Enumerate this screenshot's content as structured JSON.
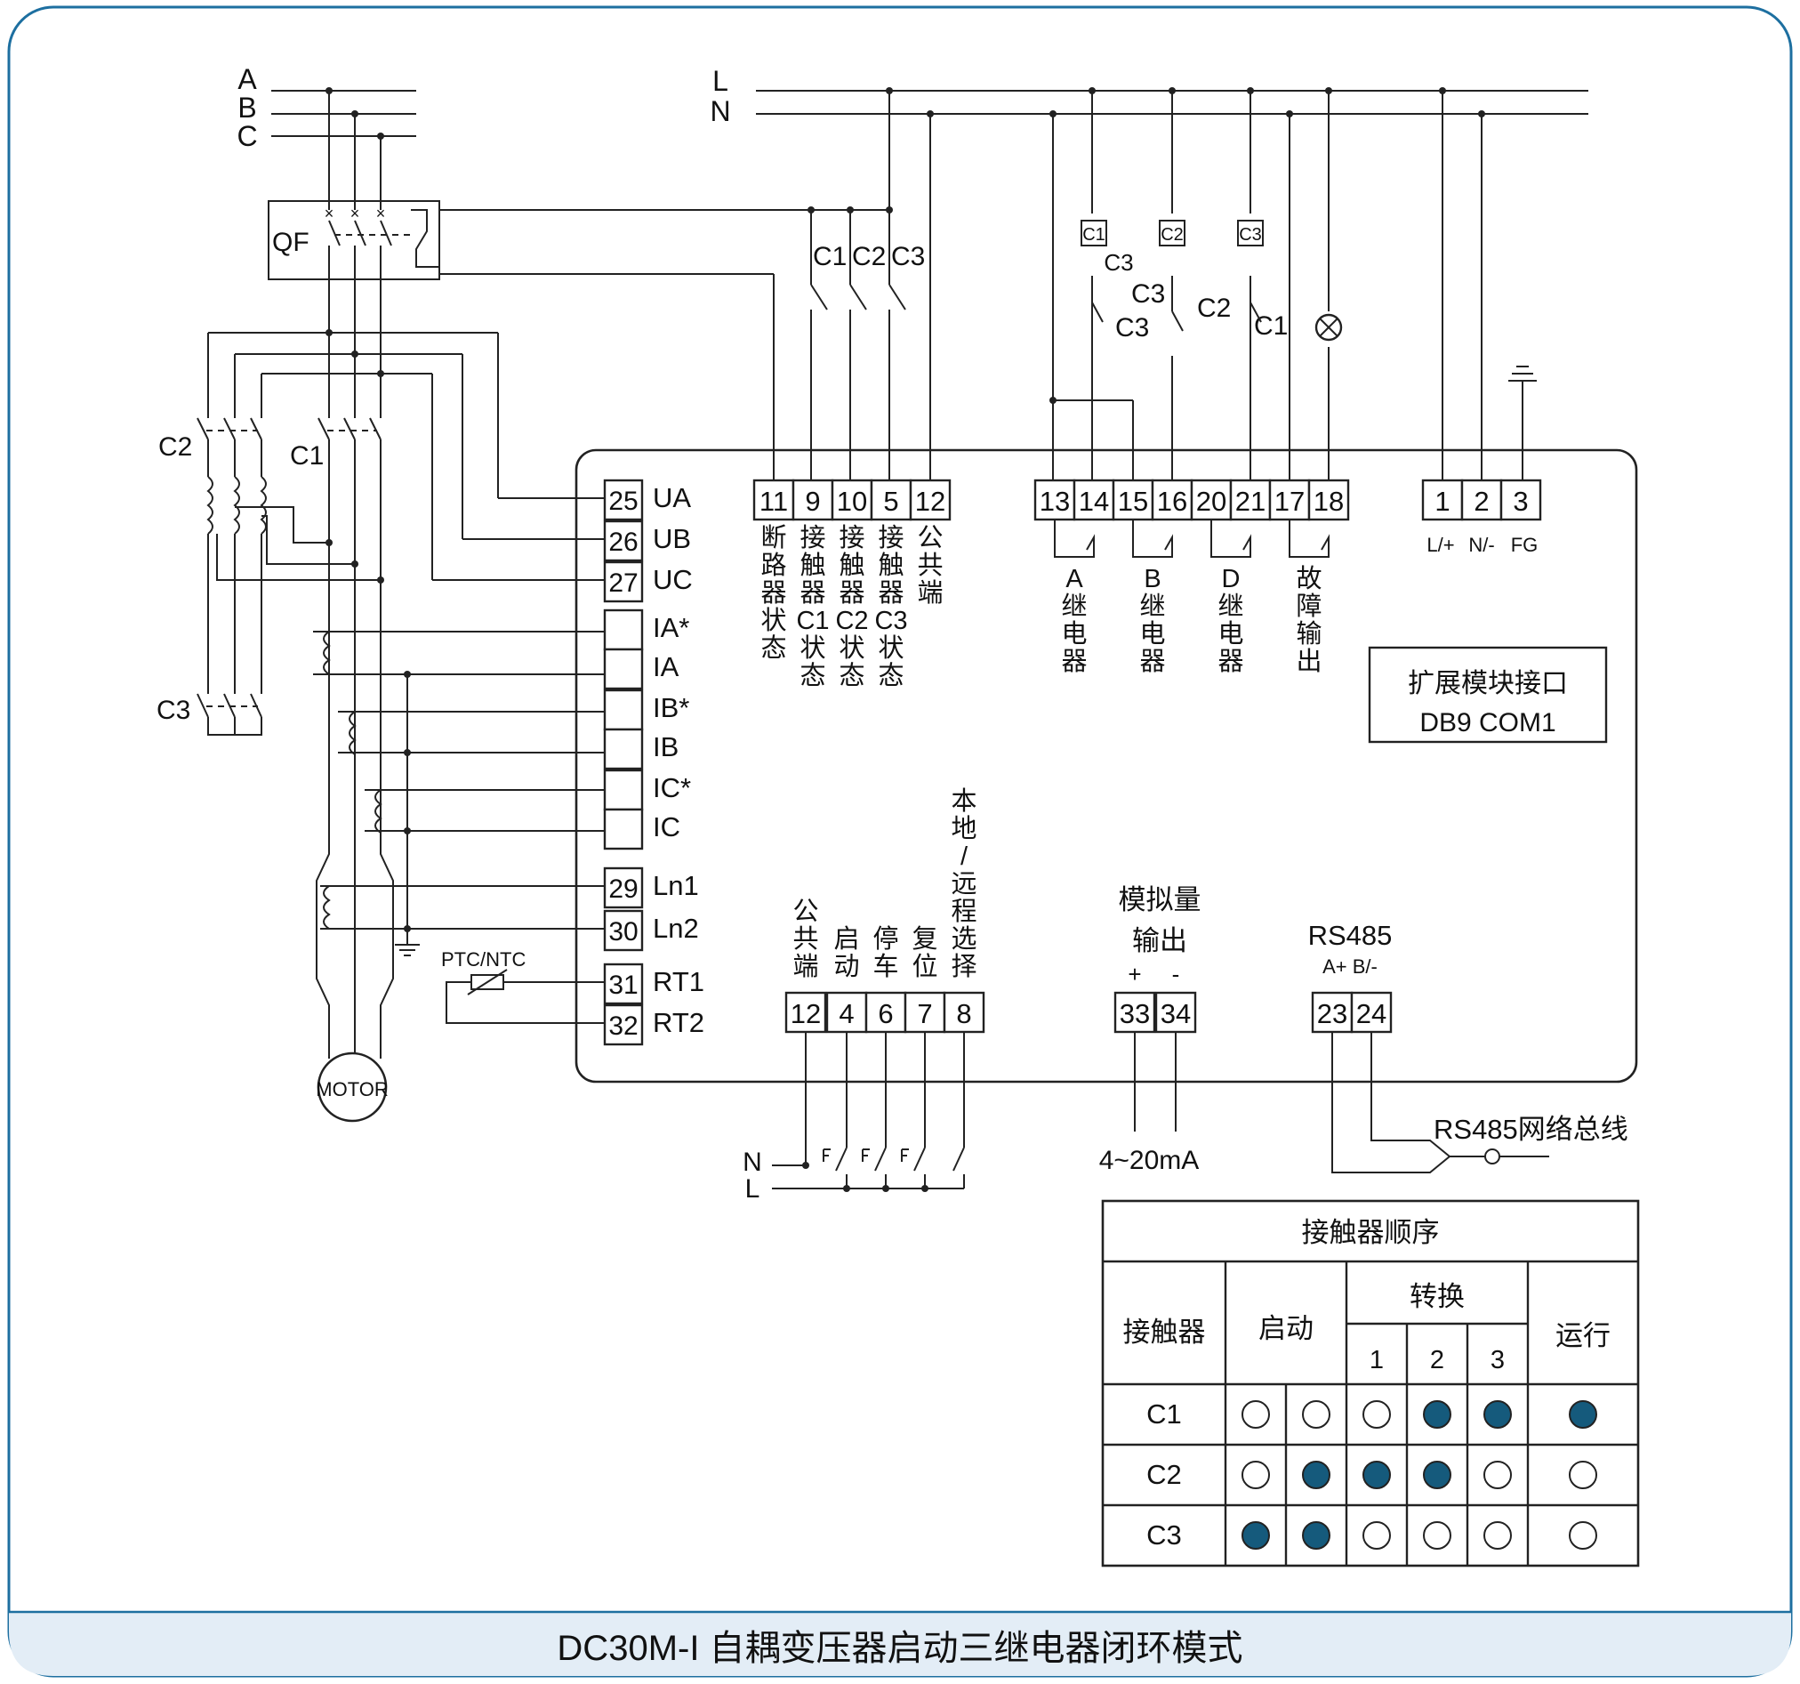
{
  "title": "DC30M-I 自耦变压器启动三继电器闭环模式",
  "supply": {
    "phases": [
      "A",
      "B",
      "C"
    ],
    "control": [
      "L",
      "N"
    ],
    "breaker": "QF",
    "contactors": [
      "C1",
      "C2",
      "C3"
    ],
    "motor": "MOTOR",
    "sensor": "PTC/NTC"
  },
  "left_terminals": [
    {
      "num": "25",
      "label": "UA"
    },
    {
      "num": "26",
      "label": "UB"
    },
    {
      "num": "27",
      "label": "UC"
    },
    {
      "num": "",
      "label": "IA*"
    },
    {
      "num": "",
      "label": "IA"
    },
    {
      "num": "",
      "label": "IB*"
    },
    {
      "num": "",
      "label": "IB"
    },
    {
      "num": "",
      "label": "IC*"
    },
    {
      "num": "",
      "label": "IC"
    },
    {
      "num": "29",
      "label": "Ln1"
    },
    {
      "num": "30",
      "label": "Ln2"
    },
    {
      "num": "31",
      "label": "RT1"
    },
    {
      "num": "32",
      "label": "RT2"
    }
  ],
  "status_terminals": {
    "nums": [
      "11",
      "9",
      "10",
      "5",
      "12"
    ],
    "labels": [
      "断路器状态",
      "接触器C1状态",
      "接触器C2状态",
      "接触器C3状态",
      "公共端"
    ]
  },
  "relay_terminals": {
    "nums": [
      "13",
      "14",
      "15",
      "16",
      "20",
      "21",
      "17",
      "18"
    ],
    "labels": [
      "A继电器",
      "B继电器",
      "D继电器",
      "故障输出"
    ]
  },
  "power_terminals": {
    "nums": [
      "1",
      "2",
      "3"
    ],
    "labels": [
      "L/+",
      "N/-",
      "FG"
    ]
  },
  "expansion": {
    "line1": "扩展模块接口",
    "line2": "DB9 COM1"
  },
  "input_terminals": {
    "nums": [
      "12",
      "4",
      "6",
      "7",
      "8"
    ],
    "labels": [
      "公共端",
      "启动",
      "停车",
      "复位",
      "本地/远程选择"
    ]
  },
  "analog": {
    "title1": "模拟量",
    "title2": "输出",
    "plus": "+",
    "minus": "-",
    "nums": [
      "33",
      "34"
    ],
    "range": "4~20mA"
  },
  "rs485": {
    "title": "RS485",
    "pins": "A+ B/-",
    "nums": [
      "23",
      "24"
    ],
    "bus": "RS485网络总线"
  },
  "sequence_table": {
    "title": "接触器顺序",
    "col_contactor": "接触器",
    "col_start": "启动",
    "col_switch": "转换",
    "col_run": "运行",
    "switch_steps": [
      "1",
      "2",
      "3"
    ],
    "rows": [
      {
        "name": "C1",
        "states": [
          0,
          0,
          0,
          1,
          1,
          1
        ]
      },
      {
        "name": "C2",
        "states": [
          0,
          1,
          1,
          1,
          0,
          0
        ]
      },
      {
        "name": "C3",
        "states": [
          1,
          1,
          0,
          0,
          0,
          0
        ]
      }
    ],
    "on_color": "#155a7c"
  },
  "colors": {
    "frame": "#1d6fa0",
    "footer_band": "#e3edf6"
  }
}
